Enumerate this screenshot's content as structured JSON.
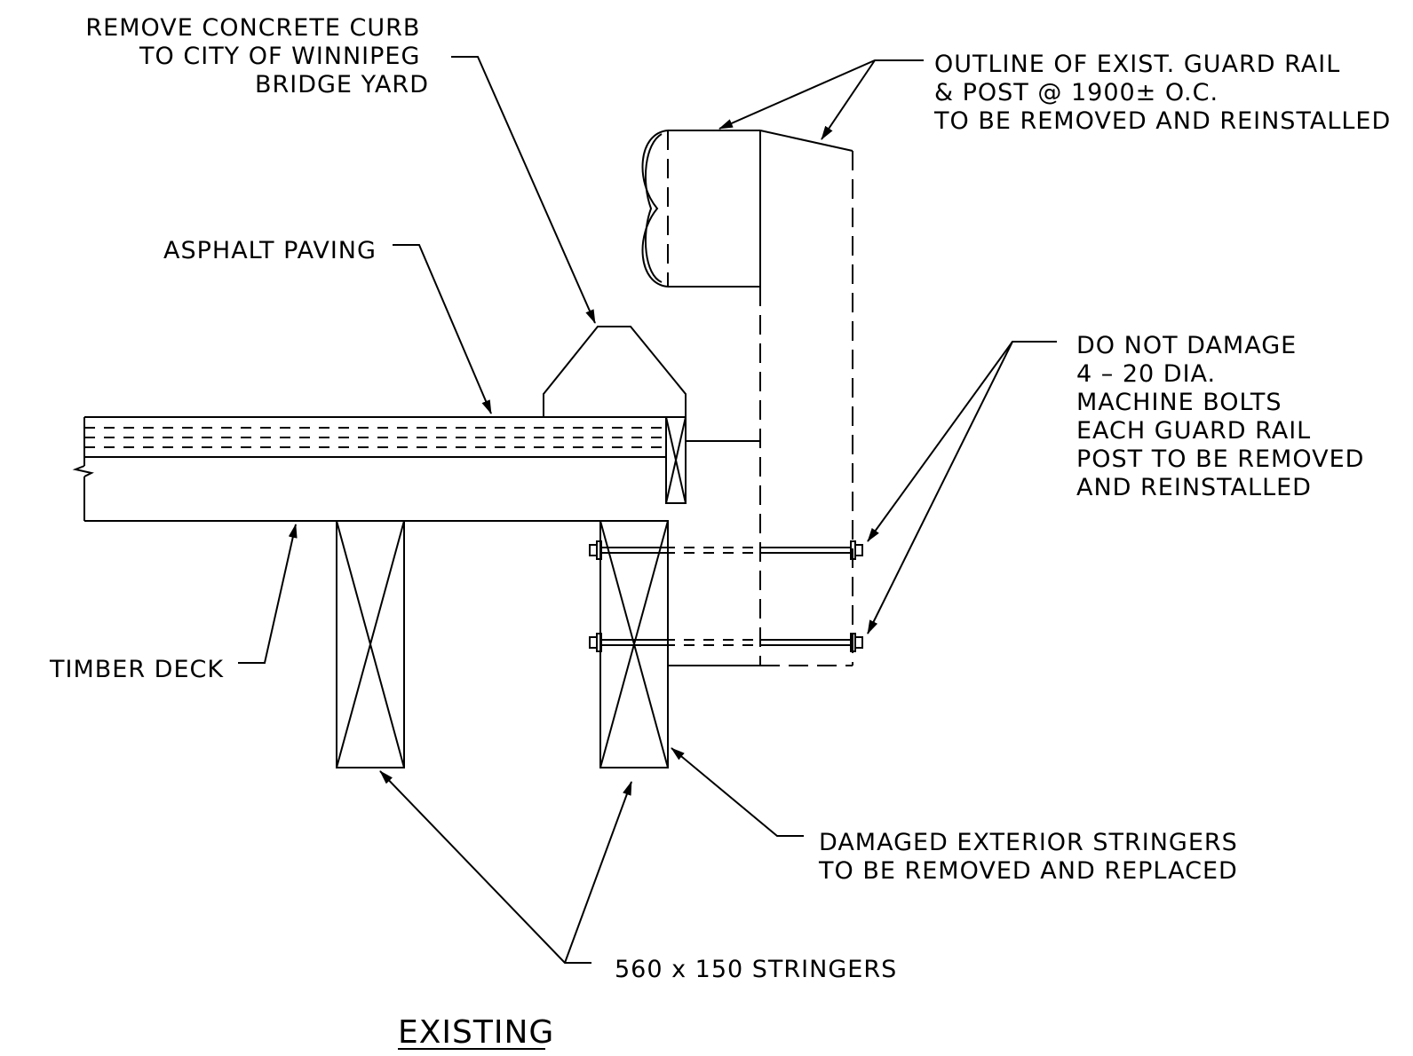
{
  "notes": {
    "curb": [
      "REMOVE  CONCRETE  CURB",
      "TO  CITY  OF  WINNIPEG",
      "BRIDGE  YARD"
    ],
    "guard_rail": [
      "OUTLINE  OF  EXIST.  GUARD  RAIL",
      "&  POST  @  1900±  O.C.",
      "TO  BE  REMOVED  AND  REINSTALLED"
    ],
    "asphalt": "ASPHALT  PAVING",
    "bolts": [
      "DO  NOT  DAMAGE",
      "4  –  20  DIA.",
      "MACHINE  BOLTS",
      "EACH  GUARD  RAIL",
      "POST  TO  BE  REMOVED",
      "AND  REINSTALLED"
    ],
    "timber_deck": "TIMBER  DECK",
    "damaged": [
      "DAMAGED  EXTERIOR  STRINGERS",
      "TO  BE  REMOVED  AND  REPLACED"
    ],
    "stringers": "560  x  150  STRINGERS"
  },
  "title": "EXISTING"
}
